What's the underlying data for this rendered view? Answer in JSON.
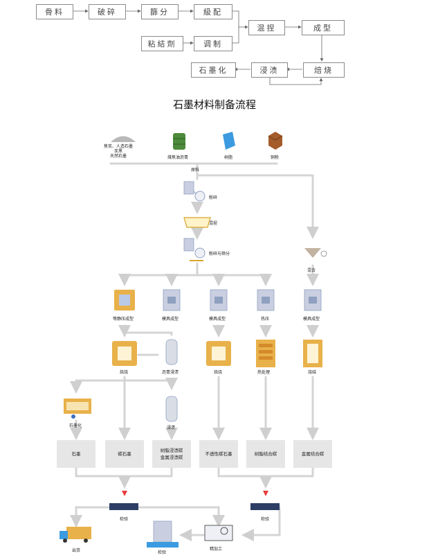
{
  "top_flow": {
    "boxes": {
      "raw": "骨料",
      "crush": "破碎",
      "sieve": "篩分",
      "grade": "級配",
      "knead": "混捏",
      "mold": "成型",
      "binder": "粘結劑",
      "prepare": "调制",
      "graphitize": "石墨化",
      "impregnate": "浸渍",
      "bake": "焙烧"
    },
    "caption": "石墨材料制备流程"
  },
  "diagram": {
    "raw_materials": {
      "coke": "焦炭、人造石墨\n炭黑\n天然石墨",
      "pitch": "煤焦油沥青",
      "resin": "树脂",
      "copper": "铜粉",
      "raw": "原料"
    },
    "steps": {
      "grind": "粉碎",
      "knead": "混捏",
      "grind_sieve": "粉碎与筛分",
      "mix": "混合",
      "iso_press": "等静压成型",
      "mold1": "模具成型",
      "mold2": "模具成型",
      "hot_press": "热压",
      "mold3": "模具成型",
      "bake1": "焙烧",
      "pitch_impreg": "沥青浸渍",
      "bake2": "焙烧",
      "heat_treat": "热处理",
      "sinter": "烧结",
      "graphitize": "石墨化",
      "impregnate": "浸渍",
      "inspect1": "检验",
      "inspect2": "检验",
      "test": "检验",
      "finishing": "精加工",
      "shipping": "出货"
    },
    "products": {
      "graphite": "石墨",
      "carbon_graphite": "碳石墨",
      "resin_metal": "树脂浸渍碳\n金属浸渍碳",
      "nonpermeable": "不透性碳石墨",
      "resin_bonded": "树脂结合碳",
      "metal_bonded": "金属结合碳"
    }
  },
  "colors": {
    "arrow": "#d4d4d4",
    "box": "#e6e6e6",
    "frame": "#8a8a8a",
    "press": "#c9cfe0",
    "furnace": "#e8b14a"
  }
}
